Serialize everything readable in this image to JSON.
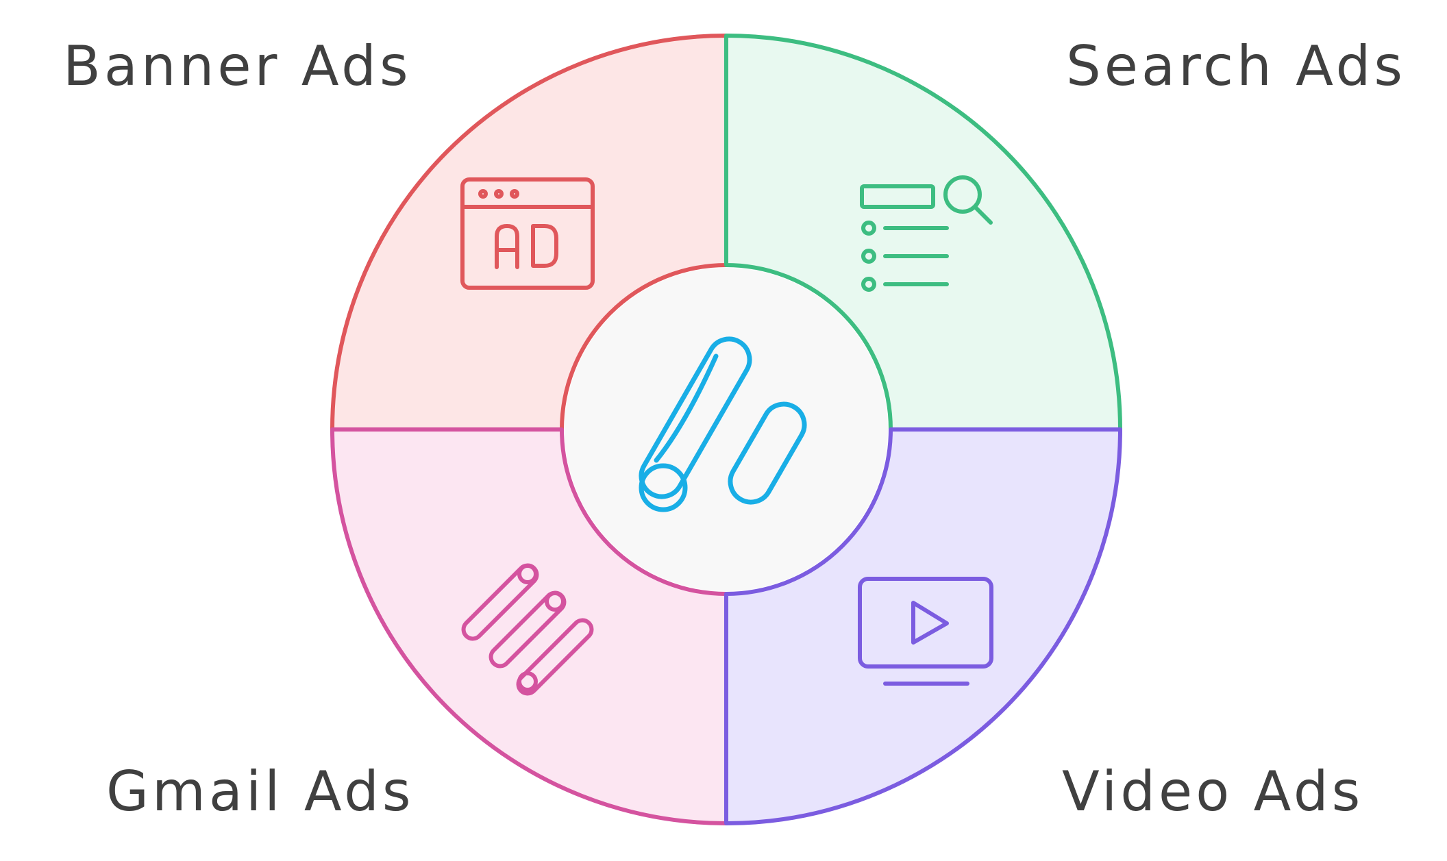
{
  "diagram": {
    "center_logo": "google-ads-logo-icon",
    "segments": [
      {
        "id": "tl",
        "label": "Banner Ads",
        "icon": "browser-ad-icon",
        "stroke": "#e0575b",
        "fill": "#fde6e6"
      },
      {
        "id": "tr",
        "label": "Search Ads",
        "icon": "search-results-icon",
        "stroke": "#3dbd81",
        "fill": "#e8f9f0"
      },
      {
        "id": "bl",
        "label": "Gmail Ads",
        "icon": "gmail-ads-icon",
        "stroke": "#d4539f",
        "fill": "#fce6f2"
      },
      {
        "id": "br",
        "label": "Video Ads",
        "icon": "video-monitor-icon",
        "stroke": "#7b5ce0",
        "fill": "#e8e4fd"
      }
    ],
    "center": {
      "fill": "#f8f8f8",
      "logo_color": "#19aee6"
    },
    "text_color": "#404040"
  }
}
